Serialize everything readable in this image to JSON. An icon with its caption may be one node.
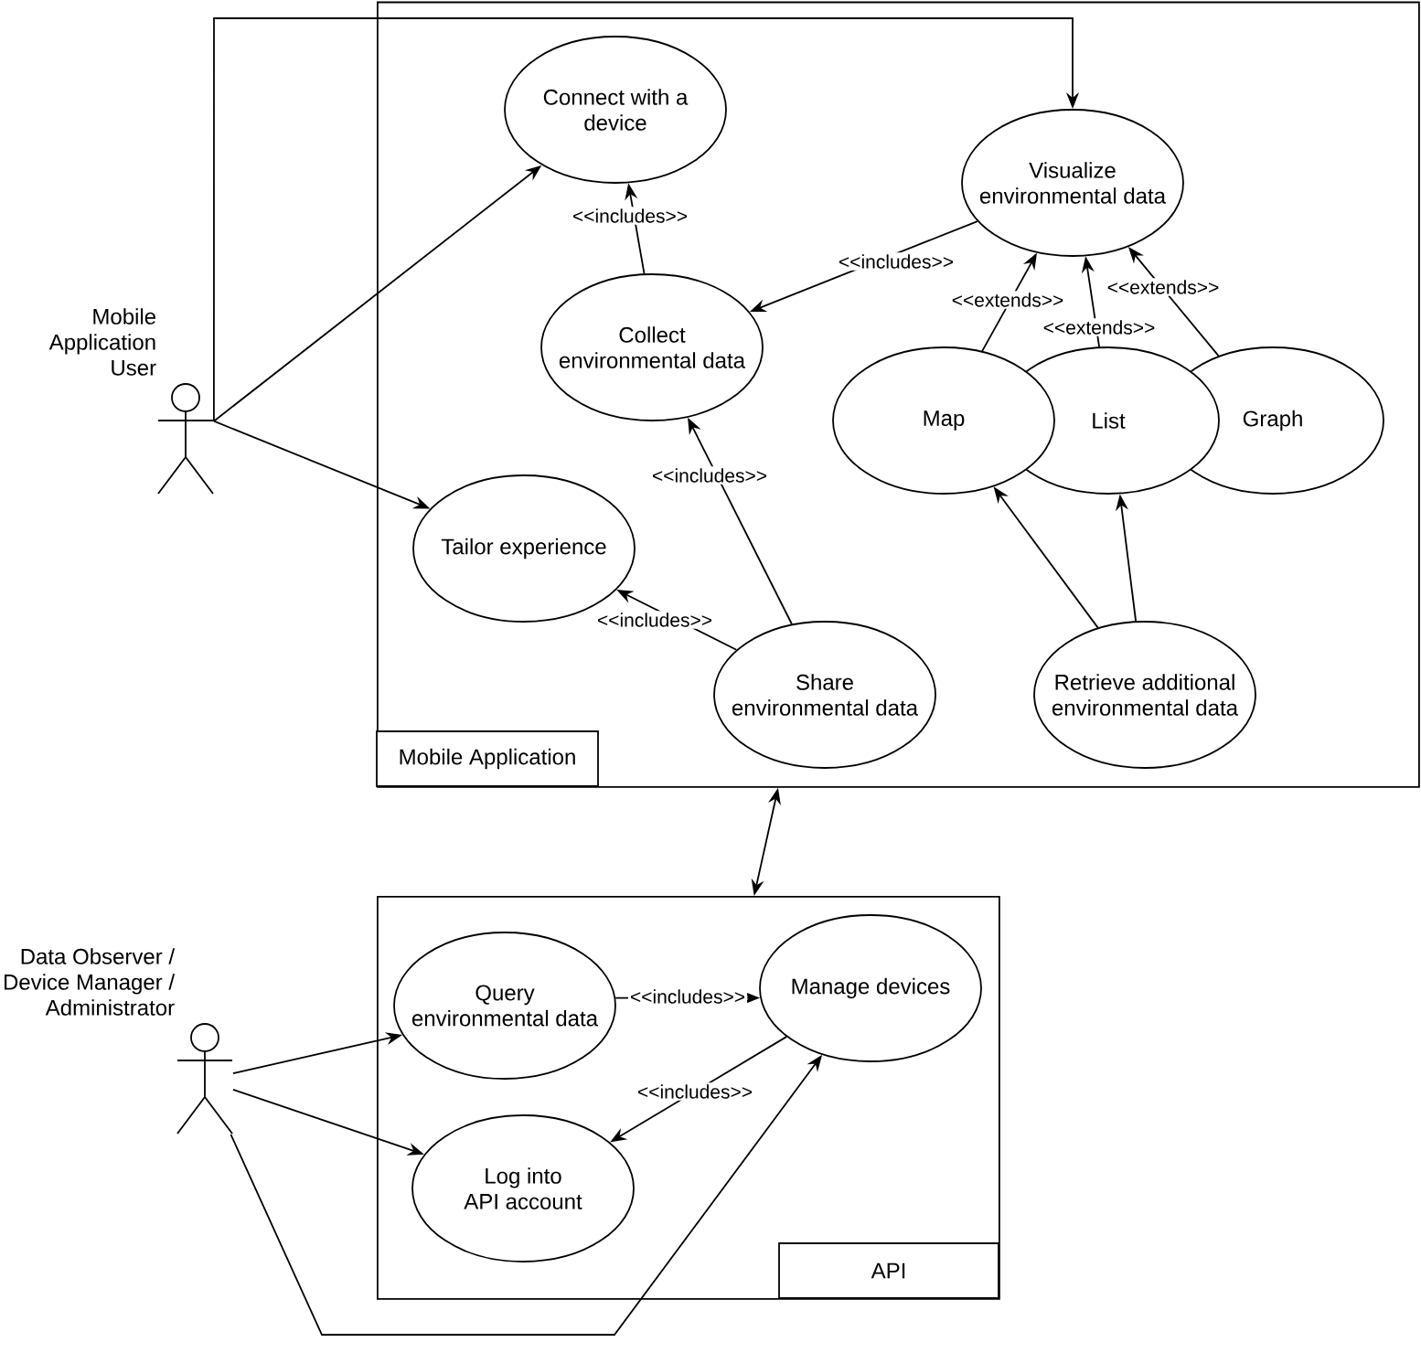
{
  "diagram": {
    "nodes": [
      {
        "text": [
          "Mobile Application"
        ]
      },
      {
        "text": [
          "Connect with a device"
        ],
        "in": 0
      },
      {
        "text": [
          "Visualize environmental data"
        ],
        "in": 0
      },
      {
        "text": [
          "Collect environmental data"
        ],
        "in": 0
      },
      {
        "text": [
          "Map"
        ],
        "in": 0
      },
      {
        "text": [
          "List"
        ],
        "in": 0
      },
      {
        "text": [
          "Graph"
        ],
        "in": 0
      },
      {
        "text": [
          "Tailor experience"
        ],
        "in": 0
      },
      {
        "text": [
          "Share environmental data"
        ],
        "in": 0
      },
      {
        "text": [
          "Retrieve additional environmental data"
        ],
        "in": 0
      },
      {
        "text": [
          "Mobile Application User"
        ]
      },
      {
        "text": [
          "API"
        ]
      },
      {
        "text": [
          "Query environmental data"
        ],
        "in": 11
      },
      {
        "text": [
          "Manage devices"
        ],
        "in": 11
      },
      {
        "text": [
          "Log into API account"
        ],
        "in": 11
      },
      {
        "text": [
          "Data Observer / Device Manager / Administrator"
        ]
      }
    ],
    "edges": [
      {
        "from": 10,
        "to": 1,
        "arrow": "to"
      },
      {
        "from": 10,
        "to": 7,
        "arrow": "to"
      },
      {
        "from": 10,
        "to": 2,
        "arrow": "to"
      },
      {
        "from": 3,
        "to": 1,
        "arrow": "to",
        "label": "<<includes>>"
      },
      {
        "from": 2,
        "to": 3,
        "arrow": "to",
        "label": "<<includes>>"
      },
      {
        "from": 4,
        "to": 2,
        "arrow": "to",
        "label": "<<extends>>"
      },
      {
        "from": 5,
        "to": 2,
        "arrow": "to",
        "label": "<<extends>>"
      },
      {
        "from": 6,
        "to": 2,
        "arrow": "to",
        "label": "<<extends>>"
      },
      {
        "from": 8,
        "to": 3,
        "arrow": "to",
        "label": "<<includes>>"
      },
      {
        "from": 8,
        "to": 7,
        "arrow": "to",
        "label": "<<includes>>"
      },
      {
        "from": 9,
        "to": 4,
        "arrow": "to"
      },
      {
        "from": 9,
        "to": 5,
        "arrow": "to"
      },
      {
        "from": 0,
        "to": 11,
        "arrow": "both"
      },
      {
        "from": 15,
        "to": 12,
        "arrow": "to"
      },
      {
        "from": 15,
        "to": 14,
        "arrow": "to"
      },
      {
        "from": 15,
        "to": 13,
        "arrow": "to"
      },
      {
        "from": 12,
        "to": 13,
        "arrow": "to",
        "label": "<<includes>>"
      },
      {
        "from": 13,
        "to": 14,
        "arrow": "to",
        "label": "<<includes>>"
      }
    ]
  }
}
